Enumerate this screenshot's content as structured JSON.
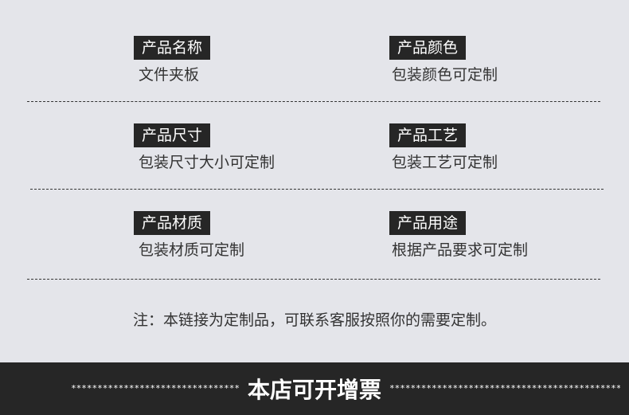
{
  "specs": [
    {
      "label": "产品名称",
      "value": "文件夹板"
    },
    {
      "label": "产品颜色",
      "value": "包装颜色可定制"
    },
    {
      "label": "产品尺寸",
      "value": "包装尺寸大小可定制"
    },
    {
      "label": "产品工艺",
      "value": "包装工艺可定制"
    },
    {
      "label": "产品材质",
      "value": "包装材质可定制"
    },
    {
      "label": "产品用途",
      "value": "根据产品要求可定制"
    }
  ],
  "note": "注：本链接为定制品，可联系客服按照你的需要定制。",
  "footer": {
    "title": "本店可开增票",
    "stars_left": "********************************",
    "stars_right": "********************************************"
  },
  "colors": {
    "background": "#e4e5ea",
    "tag_bg": "#262626",
    "footer_bg": "#262626",
    "text": "#333333"
  }
}
